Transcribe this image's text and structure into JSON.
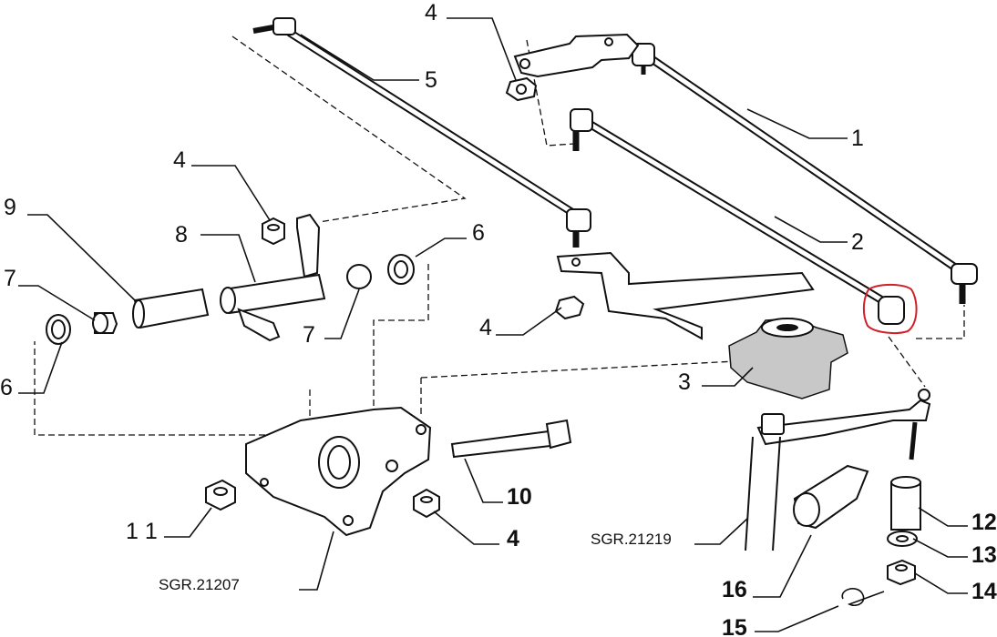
{
  "callouts": {
    "c1": "1",
    "c2": "2",
    "c3": "3",
    "c4a": "4",
    "c4b": "4",
    "c4c": "4",
    "c4d": "4",
    "c5": "5",
    "c6a": "6",
    "c6b": "6",
    "c7a": "7",
    "c7b": "7",
    "c8": "8",
    "c9": "9",
    "c10": "10",
    "c11": "1 1",
    "c12": "12",
    "c13": "13",
    "c14": "14",
    "c15": "15",
    "c16": "16"
  },
  "references": {
    "r1": "SGR.21219",
    "r2": "SGR.21207"
  },
  "colors": {
    "highlight": "#d0202a",
    "ink": "#111111",
    "shade": "#c8c8c8"
  }
}
